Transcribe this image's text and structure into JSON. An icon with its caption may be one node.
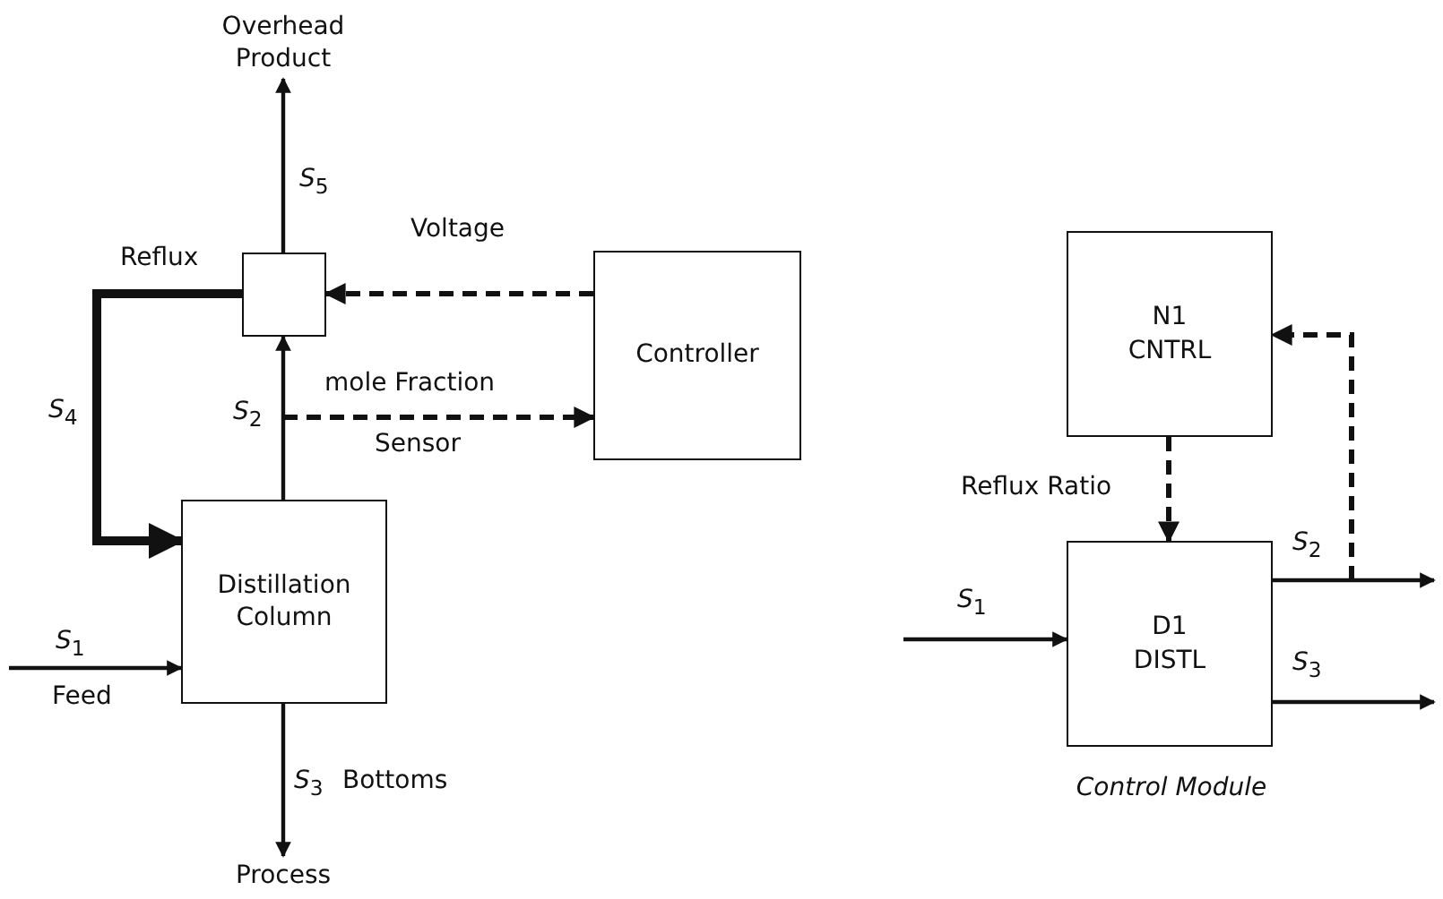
{
  "diagram": {
    "nodes": [
      {
        "text": [
          "Overhead Product"
        ]
      },
      {
        "text": [],
        "shape": "box"
      },
      {
        "text": [
          "Controller"
        ]
      },
      {
        "text": [
          "Distillation Column"
        ]
      },
      {
        "text": [
          "Process"
        ]
      },
      {
        "text": [
          "N1 CNTRL"
        ]
      },
      {
        "text": [
          "D1 DISTL"
        ],
        "beside": [
          "Control Module"
        ]
      }
    ],
    "edges": [
      {
        "from": 1,
        "to": 0,
        "arrow": "to",
        "label": "*S*$_{5}$"
      },
      {
        "from": 3,
        "to": 1,
        "arrow": "to",
        "label": "*S*$_{2}$"
      },
      {
        "from": 1,
        "to": 3,
        "arrow": "to",
        "label": "*S*$_{4}$",
        "style": "thick"
      },
      {
        "from": 2,
        "to": 1,
        "arrow": "to",
        "label": "Voltage",
        "style": "dashed"
      },
      {
        "from": null,
        "to": 2,
        "arrow": "to",
        "label": "mole Fraction",
        "style": "dashed"
      },
      {
        "from": null,
        "to": 3,
        "arrow": "to",
        "label": "*S*$_{1}$"
      },
      {
        "from": 3,
        "to": 4,
        "arrow": "to",
        "label": "*S*$_{3}$"
      },
      {
        "from": 5,
        "to": 6,
        "arrow": "to",
        "label": "Reflux Ratio",
        "style": "dashed"
      },
      {
        "from": null,
        "to": 6,
        "arrow": "to",
        "label": "*S*$_{1}$"
      },
      {
        "from": 6,
        "to": null,
        "arrow": "to",
        "label": "*S*$_{2}$"
      },
      {
        "from": 6,
        "to": null,
        "arrow": "to",
        "label": "*S*$_{3}$"
      },
      {
        "from": null,
        "to": 5,
        "arrow": "to",
        "style": "dashed"
      }
    ],
    "labels": [
      "Reflux",
      "Sensor",
      "Feed",
      "Bottoms"
    ]
  }
}
